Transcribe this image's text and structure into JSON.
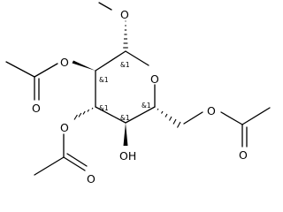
{
  "molecule": {
    "atoms": {
      "o_methoxy": "O",
      "o_ring": "O",
      "o_c2": "O",
      "o_c2_carbonyl": "O",
      "o_c3": "O",
      "o_c3_carbonyl": "O",
      "oh_c4": "OH",
      "o_c6": "O",
      "o_c6_carbonyl": "O"
    },
    "stereo_labels": {
      "c1": "&1",
      "c2": "&1",
      "c3": "&1",
      "c4": "&1",
      "c5": "&1"
    }
  }
}
